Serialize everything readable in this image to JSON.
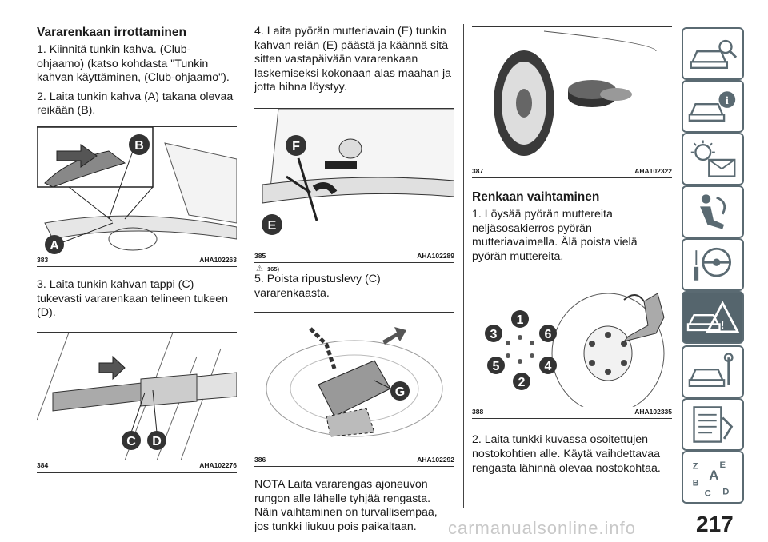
{
  "col1": {
    "heading": "Vararenkaan irrottaminen",
    "p1": "1. Kiinnitä tunkin kahva. (Club-ohjaamo) (katso kohdasta \"Tunkin kahvan käyttäminen, (Club-ohjaamo\").",
    "p2": "2. Laita tunkin kahva (A) takana olevaa reikään (B).",
    "fig1": {
      "num": "383",
      "code": "AHA102263",
      "labels": [
        "B",
        "A"
      ]
    },
    "p3": "3. Laita tunkin kahvan tappi (C) tukevasti vararenkaan telineen tukeen (D).",
    "fig2": {
      "num": "384",
      "code": "AHA102276",
      "labels": [
        "C",
        "D"
      ]
    }
  },
  "col2": {
    "p4": "4. Laita pyörän mutteriavain (E) tunkin kahvan reiän (E) päästä ja käännä sitä sitten vastapäivään vararenkaan laskemiseksi kokonaan alas maahan ja jotta hihna löystyy.",
    "fig3": {
      "num": "385",
      "code": "AHA102289",
      "labels": [
        "F",
        "E"
      ]
    },
    "warn_ref": "165)",
    "p5": "5. Poista ripustuslevy (C) vararenkaasta.",
    "fig4": {
      "num": "386",
      "code": "AHA102292",
      "labels": [
        "G"
      ]
    },
    "note": "NOTA Laita vararengas ajoneuvon rungon alle lähelle tyhjää rengasta. Näin vaihtaminen on turvallisempaa, jos tunkki liukuu pois paikaltaan."
  },
  "col3": {
    "fig5": {
      "num": "387",
      "code": "AHA102322"
    },
    "heading": "Renkaan vaihtaminen",
    "p1": "1. Löysää pyörän muttereita neljäsosakierros pyörän mutteriavaimella. Älä poista vielä pyörän muttereita.",
    "fig6": {
      "num": "388",
      "code": "AHA102335",
      "labels": [
        "1",
        "3",
        "6",
        "5",
        "4",
        "2"
      ]
    },
    "p2": "2. Laita tunkki kuvassa osoitettujen nostokohtien alle. Käytä vaihdettavaa rengasta lähinnä olevaa nostokohtaa."
  },
  "page_number": "217",
  "watermark": "carmanualsonline.info",
  "sidebar_tabs": [
    {
      "icon": "car-search-icon",
      "active": false
    },
    {
      "icon": "car-info-icon",
      "active": false
    },
    {
      "icon": "warning-lights-icon",
      "active": false
    },
    {
      "icon": "airbag-seat-icon",
      "active": false
    },
    {
      "icon": "steering-wheel-icon",
      "active": false
    },
    {
      "icon": "breakdown-triangle-icon",
      "active": true
    },
    {
      "icon": "car-service-icon",
      "active": false
    },
    {
      "icon": "specifications-icon",
      "active": false
    },
    {
      "icon": "alphabetical-index-icon",
      "active": false
    }
  ]
}
